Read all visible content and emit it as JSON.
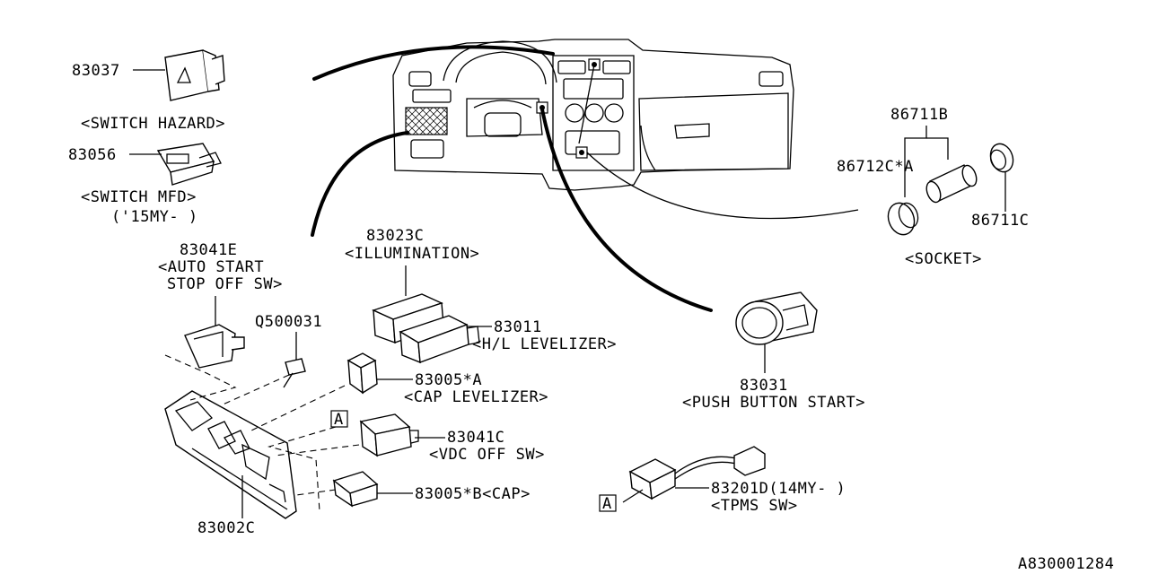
{
  "parts": {
    "p83037": "83037",
    "switch_hazard": "<SWITCH HAZARD>",
    "p83056": "83056",
    "switch_mfd": "<SWITCH MFD>",
    "mfd_year": "('15MY- )",
    "p83041e": "83041E",
    "auto_start_1": "<AUTO START",
    "auto_start_2": "STOP OFF SW>",
    "q500031": "Q500031",
    "p83023c": "83023C",
    "illumination": "<ILLUMINATION>",
    "p83011": "83011",
    "hl_levelizer": "<H/L LEVELIZER>",
    "p83005a": "83005*A",
    "cap_levelizer": "<CAP LEVELIZER>",
    "p83041c": "83041C",
    "vdc_off": "<VDC OFF SW>",
    "p83005b": "83005*B<CAP>",
    "p83002c": "83002C",
    "p86711b": "86711B",
    "p86712c": "86712C*A",
    "p86711c": "86711C",
    "socket": "<SOCKET>",
    "p83031": "83031",
    "push_button_start": "<PUSH BUTTON START>",
    "p83201d": "83201D(14MY- )",
    "tpms_sw": "<TPMS SW>",
    "ref_a": "A",
    "ref_a2": "A"
  },
  "diagram_id": "A830001284"
}
